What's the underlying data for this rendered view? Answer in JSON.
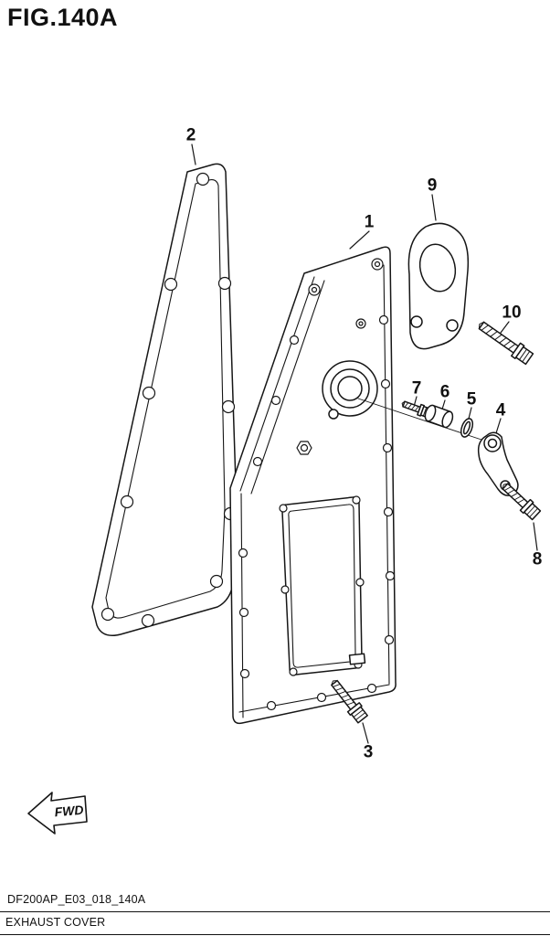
{
  "title": "FIG.140A",
  "fwd_label": "FWD",
  "footer": {
    "code": "DF200AP_E03_018_140A",
    "caption": "EXHAUST COVER"
  },
  "parts": [
    {
      "num": "1"
    },
    {
      "num": "2"
    },
    {
      "num": "3"
    },
    {
      "num": "4"
    },
    {
      "num": "5"
    },
    {
      "num": "6"
    },
    {
      "num": "7"
    },
    {
      "num": "8"
    },
    {
      "num": "9"
    },
    {
      "num": "10"
    }
  ]
}
